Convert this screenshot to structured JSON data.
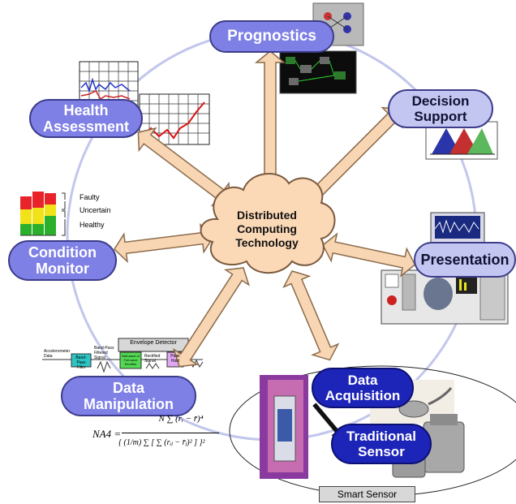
{
  "center": {
    "line1": "Distributed",
    "line2": "Computing",
    "line3": "Technology"
  },
  "nodes": {
    "prognostics": "Prognostics",
    "decision_support": {
      "line1": "Decision",
      "line2": "Support"
    },
    "health_assessment": {
      "line1": "Health",
      "line2": "Assessment"
    },
    "condition_monitor": {
      "line1": "Condition",
      "line2": "Monitor"
    },
    "presentation": "Presentation",
    "data_manipulation": {
      "line1": "Data",
      "line2": "Manipulation"
    },
    "data_acquisition": {
      "line1": "Data",
      "line2": "Acquisition"
    },
    "traditional_sensor": {
      "line1": "Traditional",
      "line2": "Sensor"
    }
  },
  "smart_sensor_label": "Smart Sensor",
  "condition_legend": {
    "faulty": "Faulty",
    "uncertain": "Uncertain",
    "healthy": "Healthy"
  },
  "signal_chain": {
    "envelope_detector": "Envelope Detector",
    "accelerometer_data": "Accelerometer Data",
    "band_pass_filter": "Band-Pass Filter",
    "band_pass_filtered_signal": "Band-Pass Filtered Signal",
    "half_wave_rectifier": "Half-wave or Full-wave Rectifier",
    "rectified_signal": "Rectified Signal",
    "peak_hold": "Peak Hold"
  },
  "formula": {
    "lhs": "NA4 =",
    "numerator": "N ∑ (rᵢ − r̄)⁴",
    "denominator": "{ (1/m) ∑ [ ∑ (rᵢⱼ − r̄ⱼ)² ] }²"
  },
  "colors": {
    "ring": "#c2c6ec",
    "cloud_fill": "#fbd8b6",
    "arrow_fill": "#f8d6b3",
    "arrow_stroke": "#8a6a4a",
    "node_lavender": "#7e80e6",
    "node_light": "#c4c6f2",
    "node_dark": "#1d24b8",
    "faulty": "#e8242a",
    "uncertain": "#f2e21a",
    "healthy": "#2ab02a"
  }
}
